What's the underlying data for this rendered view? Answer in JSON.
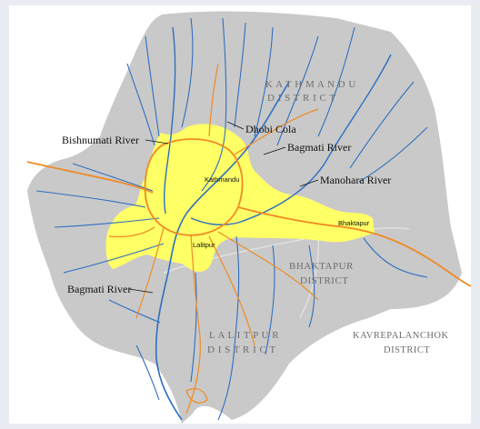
{
  "map": {
    "districts": {
      "kathmandu_line1": "K A T H M A N D U",
      "kathmandu_line2": "D I S T R I C T",
      "bhaktapur_line1": "BHAKTAPUR",
      "bhaktapur_line2": "DISTRICT",
      "lalitpur_line1": "L A L I T P U R",
      "lalitpur_line2": "D I S T R I C T",
      "kavre_line1": "KAVREPALANCHOK",
      "kavre_line2": "DISTRICT"
    },
    "rivers": {
      "bishnumati": "Bishnumati River",
      "dhobi": "Dhobi Cola",
      "bagmati_north": "Bagmati River",
      "manohara": "Manohara River",
      "bagmati_south": "Bagmati River"
    },
    "cities": {
      "kathmandu": "Kathmandu",
      "lalitpur": "Lalitpur",
      "bhaktapur": "Bhaktapur"
    },
    "colors": {
      "district_fill": "#c8c8c8",
      "urban_fill": "#ffff66",
      "river": "#2f6fbf",
      "road": "#f08a24"
    }
  }
}
